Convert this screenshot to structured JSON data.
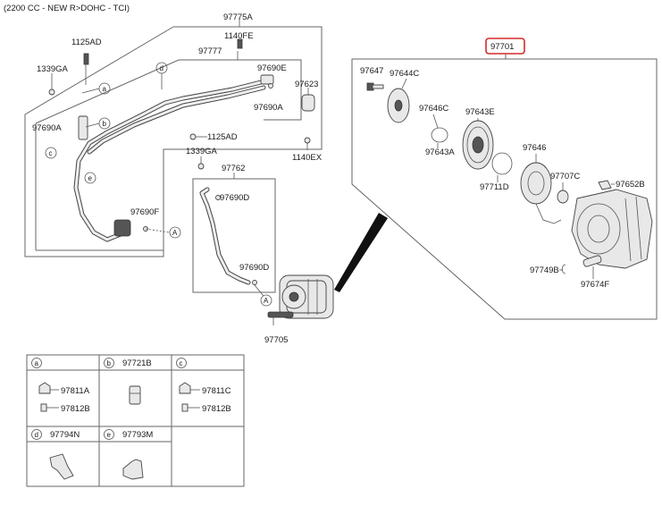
{
  "caption": "(2200 CC - NEW R>DOHC - TCI)",
  "highlight_color": "#d42a2a",
  "labels": {
    "p97775A": "97775A",
    "p1140FE": "1140FE",
    "p97777": "97777",
    "p1125AD_a": "1125AD",
    "p1339GA_a": "1339GA",
    "p97690E": "97690E",
    "p97623": "97623",
    "p97690A_r": "97690A",
    "p97690A_l": "97690A",
    "p1125AD_b": "1125AD",
    "p1339GA_b": "1339GA",
    "p1140EX": "1140EX",
    "p97762": "97762",
    "p97690D_a": "97690D",
    "p97690F": "97690F",
    "p97690D_b": "97690D",
    "p97705": "97705",
    "p97701": "97701",
    "p97647": "97647",
    "p97644C": "97644C",
    "p97646C": "97646C",
    "p97643E": "97643E",
    "p97643A": "97643A",
    "p97646": "97646",
    "p97711D": "97711D",
    "p97707C": "97707C",
    "p97652B": "97652B",
    "p97749B": "97749B",
    "p97674F": "97674F"
  },
  "callouts": {
    "a": "a",
    "b": "b",
    "c": "c",
    "d": "d",
    "e": "e",
    "A": "A"
  },
  "legend": {
    "cells": [
      {
        "letter": "a",
        "title": "",
        "parts": [
          "97811A",
          "97812B"
        ]
      },
      {
        "letter": "b",
        "title": "97721B",
        "parts": []
      },
      {
        "letter": "c",
        "title": "",
        "parts": [
          "97811C",
          "97812B"
        ]
      },
      {
        "letter": "d",
        "title": "97794N",
        "parts": []
      },
      {
        "letter": "e",
        "title": "97793M",
        "parts": []
      }
    ]
  }
}
